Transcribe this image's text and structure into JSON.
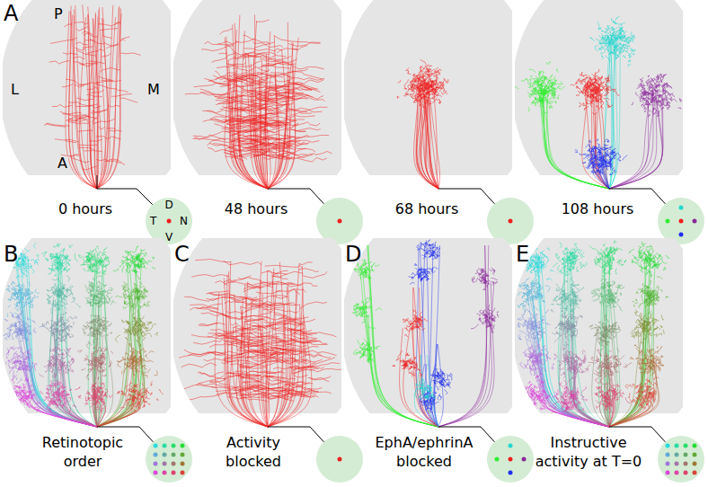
{
  "diagram": {
    "nodes": [
      {
        "text": [
          "P",
          "L",
          "M",
          "A"
        ]
      },
      {
        "text": [
          "D",
          "T",
          "N",
          "V"
        ]
      }
    ],
    "edges": [
      {
        "from": 0,
        "to": 1,
        "arrow": "none"
      }
    ],
    "labels": [
      "A",
      "0 hours",
      "48 hours",
      "68 hours",
      "108 hours",
      "B",
      "Retinotopic order",
      "C",
      "Activity blocked",
      "D",
      "EphA/ephrinA blocked",
      "E",
      "Instructive activity at T=0"
    ]
  }
}
